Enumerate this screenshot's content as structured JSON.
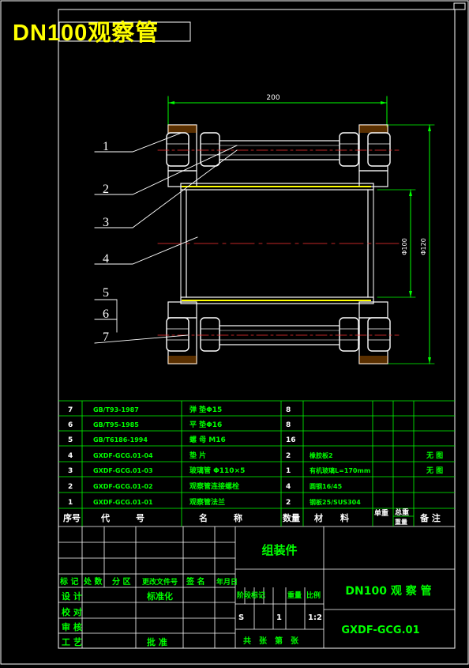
{
  "header": {
    "title": "DN100观察管"
  },
  "dims": {
    "length": "200",
    "inner_dia": "Φ100",
    "outer_dia": "Φ120"
  },
  "callouts": [
    "1",
    "2",
    "3",
    "4",
    "5",
    "6",
    "7"
  ],
  "bom": {
    "rows": [
      {
        "no": "7",
        "code": "GB/T93-1987",
        "name": "弹 垫Φ15",
        "qty": "8",
        "material": "",
        "note": ""
      },
      {
        "no": "6",
        "code": "GB/T95-1985",
        "name": "平 垫Φ16",
        "qty": "8",
        "material": "",
        "note": ""
      },
      {
        "no": "5",
        "code": "GB/T6186-1994",
        "name": "螺 母 M16",
        "qty": "16",
        "material": "",
        "note": ""
      },
      {
        "no": "4",
        "code": "GXDF-GCG.01-04",
        "name": "垫 片",
        "qty": "2",
        "material": "橡胶板2",
        "note": "无 图"
      },
      {
        "no": "3",
        "code": "GXDF-GCG.01-03",
        "name": "玻璃管 Φ110×5",
        "qty": "1",
        "material": "有机玻璃L=170mm",
        "note": "无 图"
      },
      {
        "no": "2",
        "code": "GXDF-GCG.01-02",
        "name": "观察管连接螺栓",
        "qty": "4",
        "material": "圆钢16/45",
        "note": ""
      },
      {
        "no": "1",
        "code": "GXDF-GCG.01-01",
        "name": "观察管法兰",
        "qty": "2",
        "material": "钢板25/SUS304",
        "note": ""
      }
    ],
    "header": {
      "no": "序号",
      "code": "代　　　号",
      "name": "名　　　称",
      "qty": "数量",
      "material": "材　　料",
      "unit_w": "单重",
      "total_w": "总重",
      "weight": "重量",
      "note": "备 注"
    }
  },
  "titleblock": {
    "assembly": "组装件",
    "drawing_name": "DN100 观 察 管",
    "drawing_no": "GXDF-GCG.01",
    "rev_labels": [
      "标 记",
      "处 数",
      "分 区",
      "更改文件号",
      "签 名",
      "年月日"
    ],
    "design": "设 计",
    "standardize": "标准化",
    "check": "校 对",
    "review": "审 核",
    "process": "工 艺",
    "approve": "批 准",
    "stage": "阶段标记",
    "weight": "重量",
    "scale_label": "比例",
    "stage_val": "S",
    "weight_val": "1",
    "scale_val": "1:2",
    "sheets": "共　张　第　张"
  }
}
